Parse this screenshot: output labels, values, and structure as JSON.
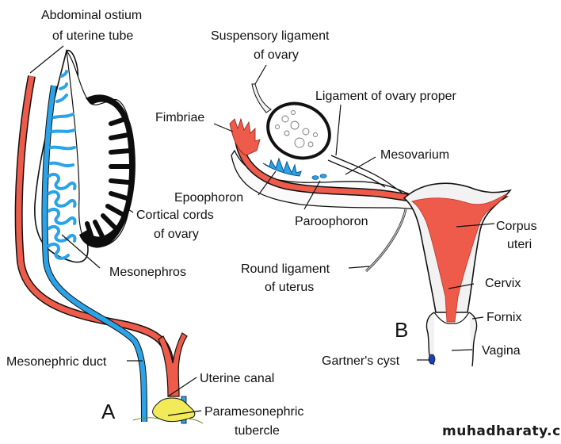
{
  "colors": {
    "paramesonephric": "#ef5b4a",
    "mesonephric": "#2aa3e8",
    "tubercle": "#f3ea5a",
    "ovary_outline": "#111111",
    "gartner_cyst": "#1f3fa8",
    "tissue": "#f2f2f2"
  },
  "panel_a": {
    "letter": "A",
    "labels": {
      "abdominal_ostium_line1": "Abdominal ostium",
      "abdominal_ostium_line2": "of uterine tube",
      "cortical_cords_line1": "Cortical cords",
      "cortical_cords_line2": "of ovary",
      "mesonephros": "Mesonephros",
      "mesonephric_duct": "Mesonephric duct",
      "uterine_canal": "Uterine canal",
      "paramesonephric_line1": "Paramesonephric",
      "paramesonephric_line2": "tubercle"
    }
  },
  "panel_b": {
    "letter": "B",
    "labels": {
      "suspensory_line1": "Suspensory ligament",
      "suspensory_line2": "of ovary",
      "ligament_ovary_proper": "Ligament of ovary proper",
      "fimbriae": "Fimbriae",
      "mesovarium": "Mesovarium",
      "epoophoron": "Epoophoron",
      "paroophoron": "Paroophoron",
      "round_ligament_line1": "Round ligament",
      "round_ligament_line2": "of uterus",
      "corpus_line1": "Corpus",
      "corpus_line2": "uteri",
      "cervix": "Cervix",
      "fornix": "Fornix",
      "vagina": "Vagina",
      "gartners_cyst": "Gartner's cyst"
    }
  },
  "watermark": "muhadharaty.com"
}
